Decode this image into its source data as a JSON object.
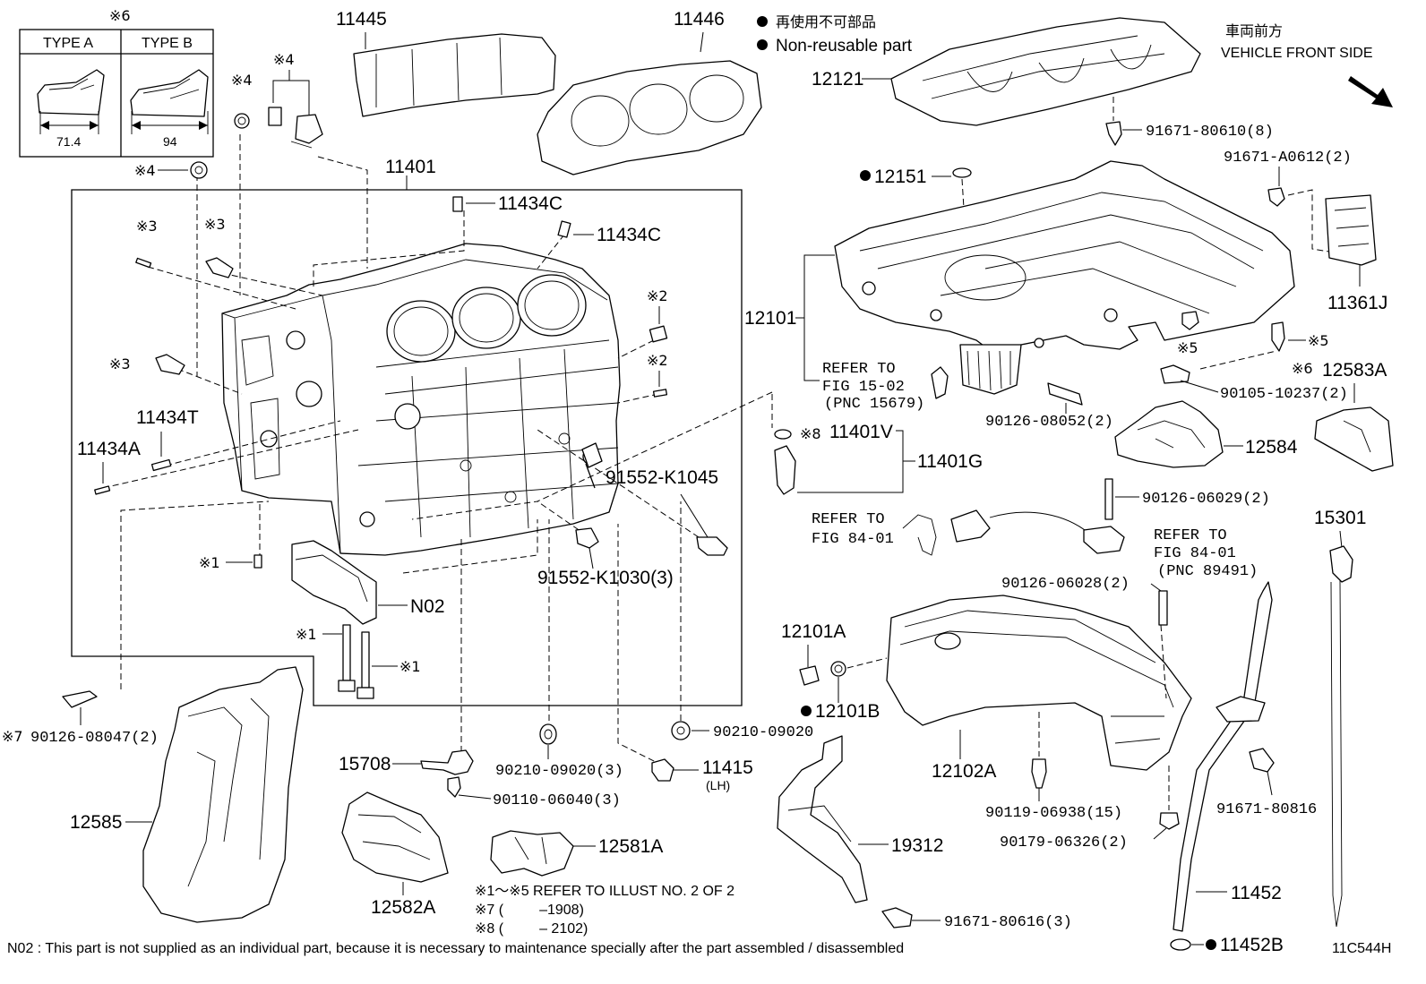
{
  "legend": {
    "non_reusable_jp": "再使用不可部品",
    "non_reusable_en": "Non-reusable part",
    "front_jp": "車両前方",
    "front_en": "VEHICLE FRONT SIDE"
  },
  "type_table": {
    "mark": "※6",
    "type_a": "TYPE A",
    "type_b": "TYPE B",
    "dim_a": "71.4",
    "dim_b": "94"
  },
  "parts": {
    "p11445": "11445",
    "p11446": "11446",
    "p12121": "12121",
    "p91671_80610": "91671-80610(8)",
    "p91671_a0612": "91671-A0612(2)",
    "p12151": "12151",
    "p11401": "11401",
    "p11434c_1": "11434C",
    "p11434c_2": "11434C",
    "p12101": "12101",
    "p11361j": "11361J",
    "p11434t": "11434T",
    "p11434a": "11434A",
    "p91552_k1045": "91552-K1045",
    "p91552_k1030": "91552-K1030(3)",
    "p90126_08052": "90126-08052(2)",
    "p90105_10237": "90105-10237(2)",
    "p12583a": "12583A",
    "p12584": "12584",
    "p11401v": "11401V",
    "p11401g": "11401G",
    "p90126_06029": "90126-06029(2)",
    "p15301": "15301",
    "p90126_06028": "90126-06028(2)",
    "pN02": "N02",
    "p12101a": "12101A",
    "p12101b": "12101B",
    "p90126_08047": "90126-08047(2)",
    "p90210_09020a": "90210-09020",
    "p90210_09020b": "90210-09020(3)",
    "p15708": "15708",
    "p90110_06040": "90110-06040(3)",
    "p11415": "11415",
    "p11415_lh": "(LH)",
    "p12102a": "12102A",
    "p12585": "12585",
    "p12581a": "12581A",
    "p19312": "19312",
    "p90119_06938": "90119-06938(15)",
    "p90179_06326": "90179-06326(2)",
    "p91671_80816": "91671-80816",
    "p11452": "11452",
    "p12582a": "12582A",
    "p91671_80616": "91671-80616(3)",
    "p11452b": "11452B"
  },
  "refs": {
    "ref1_l1": "REFER TO",
    "ref1_l2": "FIG 15-02",
    "ref1_l3": "(PNC 15679)",
    "ref2_l1": "REFER TO",
    "ref2_l2": "FIG 84-01",
    "ref3_l1": "REFER TO",
    "ref3_l2": "FIG 84-01",
    "ref3_l3": "(PNC 89491)"
  },
  "marks": {
    "m1": "※1",
    "m2": "※2",
    "m3": "※3",
    "m4": "※4",
    "m5": "※5",
    "m6": "※6",
    "m7": "※7",
    "m8": "※8"
  },
  "notes": {
    "n1": "※1～※5 REFER TO ILLUST NO. 2 OF 2",
    "n7": "※7 (         –1908)",
    "n8": "※8 (         – 2102)",
    "n02": "N02 : This part is not supplied as an individual part, because it is necessary to maintenance specially after the part assembled / disassembled",
    "code": "11C544H"
  }
}
